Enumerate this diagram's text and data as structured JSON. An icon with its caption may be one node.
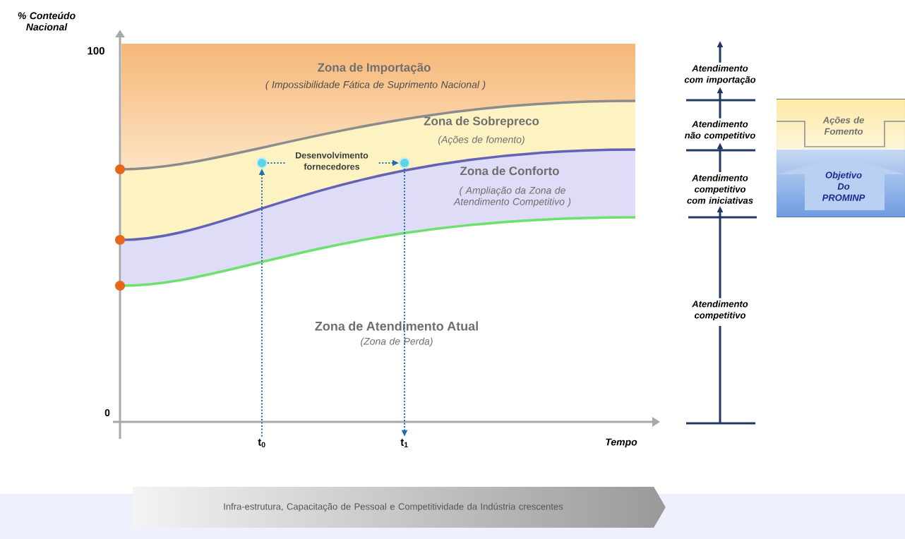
{
  "diagram": {
    "nodes": [
      {
        "text": [
          "t$_{0}$"
        ]
      },
      {
        "text": [],
        "shape": "circle"
      },
      {
        "text": [],
        "shape": "circle"
      },
      {
        "text": [
          "t$_{1}$"
        ]
      },
      {
        "text": [
          "Atendimento com importação"
        ]
      },
      {
        "text": [
          "Atendimento não competitivo"
        ]
      },
      {
        "text": [
          "Atendimento competitivo com iniciativas"
        ]
      },
      {
        "text": [
          "Atendimento competitivo"
        ]
      },
      {
        "text": [
          "Ações de Fomento"
        ]
      },
      {
        "text": [
          "Objetivo Do PROMINP"
        ]
      },
      {
        "text": [
          "Infra-estrutura, Capacitação de Pessoal e Competitividade da Indústria crescentes"
        ]
      }
    ],
    "edges": [
      {
        "from": 0,
        "to": 1,
        "arrow": "to",
        "style": "dashed",
        "color": "#1f6fb0"
      },
      {
        "from": 1,
        "to": 2,
        "arrow": "to",
        "style": "dashed",
        "color": "#1f6fb0",
        "label": "Desenvolvimento fornecedores"
      },
      {
        "from": 2,
        "to": 3,
        "arrow": "to",
        "style": "dashed",
        "color": "#1f6fb0"
      },
      {
        "from": 7,
        "to": 6,
        "arrow": "to"
      },
      {
        "from": 6,
        "to": 5,
        "arrow": "to"
      },
      {
        "from": 5,
        "to": 4,
        "arrow": "to"
      },
      {
        "from": 4,
        "to": null,
        "arrow": "to"
      }
    ],
    "labels": [
      "% Conteúdo Nacional",
      "100",
      "Zona de Importação",
      "( Impossibilidade Fática de Suprimento Nacional )",
      "Zona de Sobrepreco",
      "(Ações de fomento)",
      "Zona de Conforto",
      "( Ampliação da Zona de Atendimento Competitivo )",
      "Zona de Atendimento Atual",
      "(Zona de Perda)",
      "0",
      "Tempo"
    ]
  }
}
